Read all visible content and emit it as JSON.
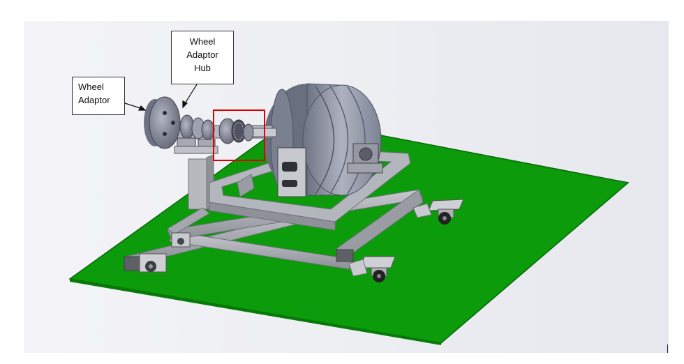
{
  "callouts": {
    "wheel_adaptor": [
      "Wheel",
      "Adaptor"
    ],
    "wheel_adaptor_hub": [
      "Wheel",
      "Adaptor",
      "Hub"
    ]
  },
  "colors": {
    "ground_plate": "#0b9b0b",
    "frame": "#a9abb3",
    "drum": "#8e93a3",
    "highlight_box": "#e00000"
  }
}
